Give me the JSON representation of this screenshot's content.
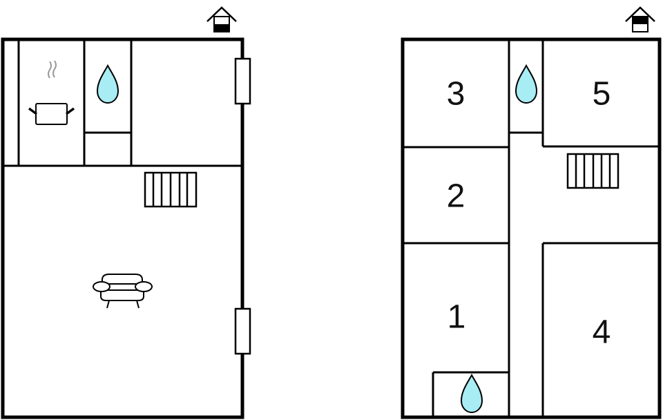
{
  "floors": [
    {
      "name": "ground-floor",
      "entrance_icon": "house-entrance-icon",
      "rooms": [
        {
          "type": "kitchen",
          "icon": "cooking-pot-icon"
        },
        {
          "type": "bathroom",
          "icon": "water-drop-icon"
        },
        {
          "type": "living-room",
          "icon": "sofa-icon"
        },
        {
          "type": "staircase",
          "icon": "stairs-icon"
        }
      ],
      "windows": 2
    },
    {
      "name": "upper-floor",
      "entrance_icon": "house-entrance-icon",
      "rooms": [
        {
          "label": "1",
          "type": "bedroom"
        },
        {
          "label": "2",
          "type": "bedroom"
        },
        {
          "label": "3",
          "type": "bedroom"
        },
        {
          "label": "4",
          "type": "bedroom"
        },
        {
          "label": "5",
          "type": "bedroom"
        },
        {
          "type": "bathroom",
          "icon": "water-drop-icon"
        },
        {
          "type": "bathroom",
          "icon": "water-drop-icon"
        },
        {
          "type": "staircase",
          "icon": "stairs-icon"
        }
      ]
    }
  ],
  "colors": {
    "wall": "#000000",
    "water": "#a8ecf4",
    "steam": "#999999",
    "background": "#ffffff"
  }
}
